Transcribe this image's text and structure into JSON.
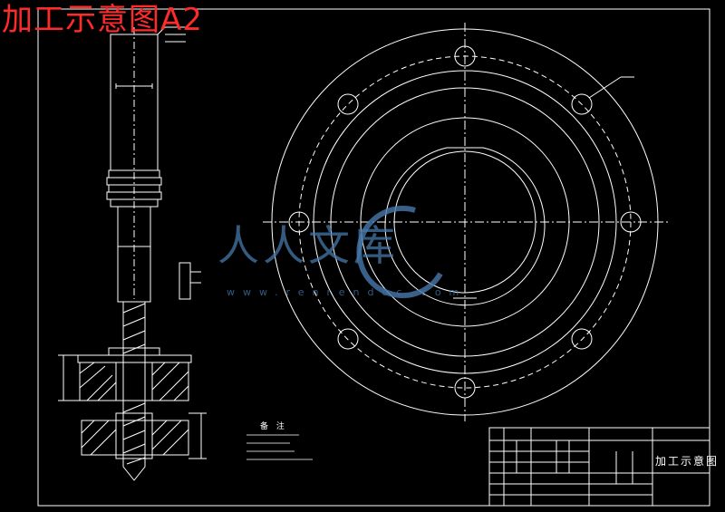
{
  "title": "加工示意图A2",
  "watermark": {
    "text": "人人文库",
    "url": "www.renrendoc.com"
  },
  "title_block": {
    "drawing_name": "加工示意图"
  },
  "tech_requirements": {
    "heading": "备 注"
  },
  "colors": {
    "background": "#000000",
    "line": "#ffffff",
    "title": "#ff2a2a",
    "watermark": "#4678aa"
  }
}
